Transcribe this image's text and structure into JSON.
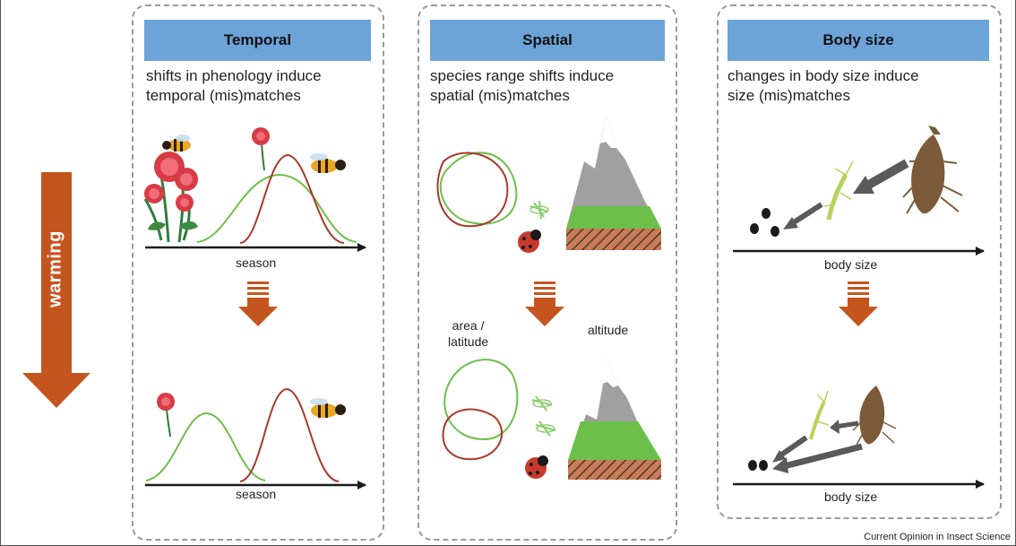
{
  "panels": {
    "temporal": {
      "header": "Temporal",
      "description_line1": "shifts in phenology induce",
      "description_line2": "temporal (mis)matches",
      "axis_label_top": "season",
      "axis_label_bottom": "season"
    },
    "spatial": {
      "header": "Spatial",
      "description_line1": "species range shifts induce",
      "description_line2": "spatial (mis)matches",
      "area_label_line1": "area /",
      "area_label_line2": "latitude",
      "altitude_label": "altitude"
    },
    "body_size": {
      "header": "Body size",
      "description_line1": "changes in body size induce",
      "description_line2": "size (mis)matches",
      "axis_label_top": "body size",
      "axis_label_bottom": "body size"
    }
  },
  "warming_label": "warming",
  "credit": "Current Opinion in Insect Science",
  "colors": {
    "header_blue": "#6ca3d9",
    "arrow_orange": "#c4551f",
    "curve_green": "#6cc04a",
    "curve_red": "#a83a2c",
    "mountain_gray": "#a0a0a0",
    "mountain_green": "#6cc04a"
  }
}
